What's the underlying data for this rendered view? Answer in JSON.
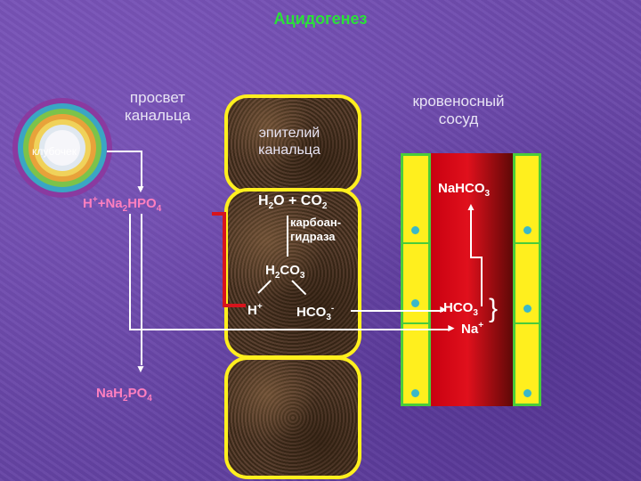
{
  "title": "Ацидогенез",
  "labels": {
    "lumen_line1": "просвет",
    "lumen_line2": "канальца",
    "glomerulus": "клубочек",
    "epithelium_line1": "эпителий",
    "epithelium_line2": "канальца",
    "vessel_line1": "кровеносный",
    "vessel_line2": "сосуд",
    "enzyme_line1": "карбоан-",
    "enzyme_line2": "гидраза"
  },
  "chem": {
    "h_plus": "H",
    "plus": "+",
    "plus_na": "+Na",
    "two": "2",
    "hpo": "HPO",
    "four": "4",
    "h2o_h": "H",
    "h2o_o": "O + CO",
    "h2co3_h": "H",
    "h2co3_co": "CO",
    "three": "3",
    "hco": "HCO",
    "minus": "-",
    "na": "Na",
    "nahco": "NaHCO",
    "nah": "NaH",
    "po": "PO"
  },
  "colors": {
    "title": "#2be03a",
    "cell_border": "#ffef1e",
    "vessel_red": "#d8101c",
    "rail_yellow": "#ffef1e",
    "rail_green": "#49cc3a",
    "pink_text": "#ff7fbf",
    "background": "#6b48a8"
  }
}
